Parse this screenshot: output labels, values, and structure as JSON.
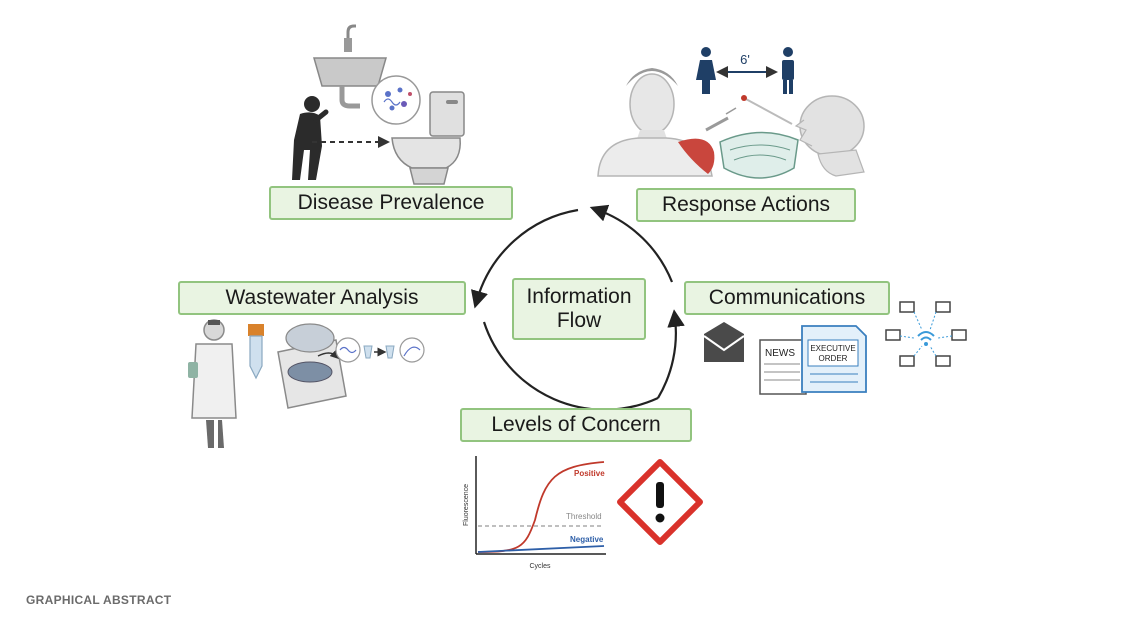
{
  "nodes": {
    "disease_prevalence": "Disease Prevalence",
    "response_actions": "Response Actions",
    "wastewater_analysis": "Wastewater Analysis",
    "communications": "Communications",
    "levels_of_concern": "Levels of Concern",
    "center_line1": "Information",
    "center_line2": "Flow"
  },
  "annotations": {
    "distance": "6'",
    "news": "NEWS",
    "exec_line1": "EXECUTIVE",
    "exec_line2": "ORDER",
    "chart_positive": "Positive",
    "chart_threshold": "Threshold",
    "chart_negative": "Negative",
    "chart_ylabel": "Fluorescence",
    "chart_xlabel": "Cycles"
  },
  "footer": "GRAPHICAL ABSTRACT",
  "colors": {
    "label_fill": "#e9f4e2",
    "label_border": "#92c47f",
    "positive": "#c0392b",
    "negative": "#2e5fa8",
    "hazard": "#d9322b"
  }
}
